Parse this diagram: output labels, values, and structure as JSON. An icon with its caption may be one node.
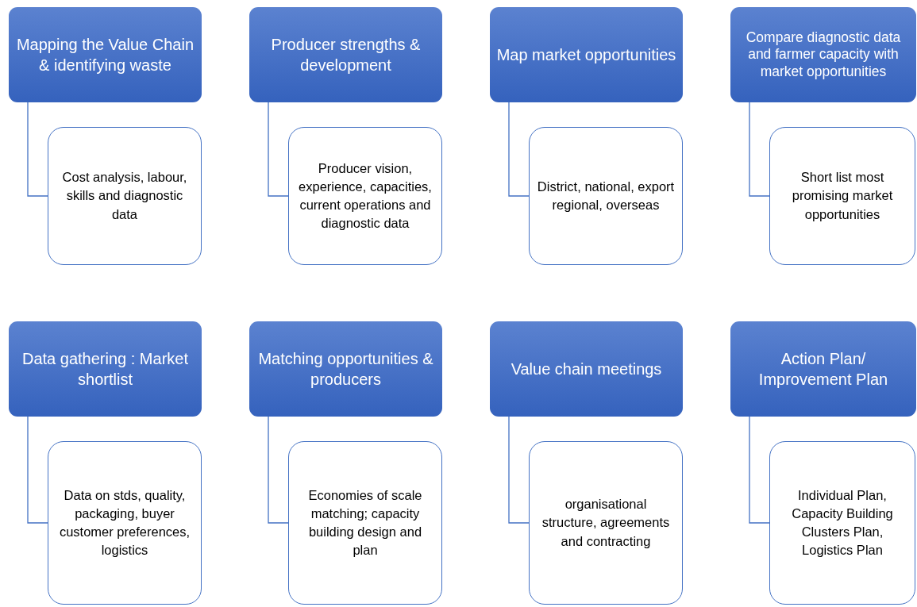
{
  "diagram": {
    "nodes": [
      {
        "text": [
          "Mapping the Value Chain & identifying waste"
        ]
      },
      {
        "text": [
          "Cost analysis, labour, skills and diagnostic data"
        ]
      },
      {
        "text": [
          "Producer strengths & development"
        ]
      },
      {
        "text": [
          "Producer vision, experience, capacities, current operations and diagnostic data"
        ]
      },
      {
        "text": [
          "Map market opportunities"
        ]
      },
      {
        "text": [
          "District, national, export regional, overseas"
        ]
      },
      {
        "text": [
          "Compare diagnostic data and farmer capacity with market opportunities"
        ]
      },
      {
        "text": [
          "Short list most promising market opportunities"
        ]
      },
      {
        "text": [
          "Data gathering : Market shortlist"
        ]
      },
      {
        "text": [
          "Data on stds, quality, packaging, buyer customer preferences, logistics"
        ]
      },
      {
        "text": [
          "Matching opportunities & producers"
        ]
      },
      {
        "text": [
          "Economies of scale matching; capacity building design and plan"
        ]
      },
      {
        "text": [
          "Value chain meetings"
        ]
      },
      {
        "text": [
          "organisational structure, agreements and contracting"
        ]
      },
      {
        "text": [
          "Action Plan/ Improvement Plan"
        ]
      },
      {
        "text": [
          "Individual Plan, Capacity Building Clusters Plan, Logistics Plan"
        ]
      }
    ],
    "edges": [
      {
        "from": 0,
        "to": 1,
        "arrow": "none"
      },
      {
        "from": 2,
        "to": 3,
        "arrow": "none"
      },
      {
        "from": 4,
        "to": 5,
        "arrow": "none"
      },
      {
        "from": 6,
        "to": 7,
        "arrow": "none"
      },
      {
        "from": 8,
        "to": 9,
        "arrow": "none"
      },
      {
        "from": 10,
        "to": 11,
        "arrow": "none"
      },
      {
        "from": 12,
        "to": 13,
        "arrow": "none"
      },
      {
        "from": 14,
        "to": 15,
        "arrow": "none"
      }
    ]
  }
}
